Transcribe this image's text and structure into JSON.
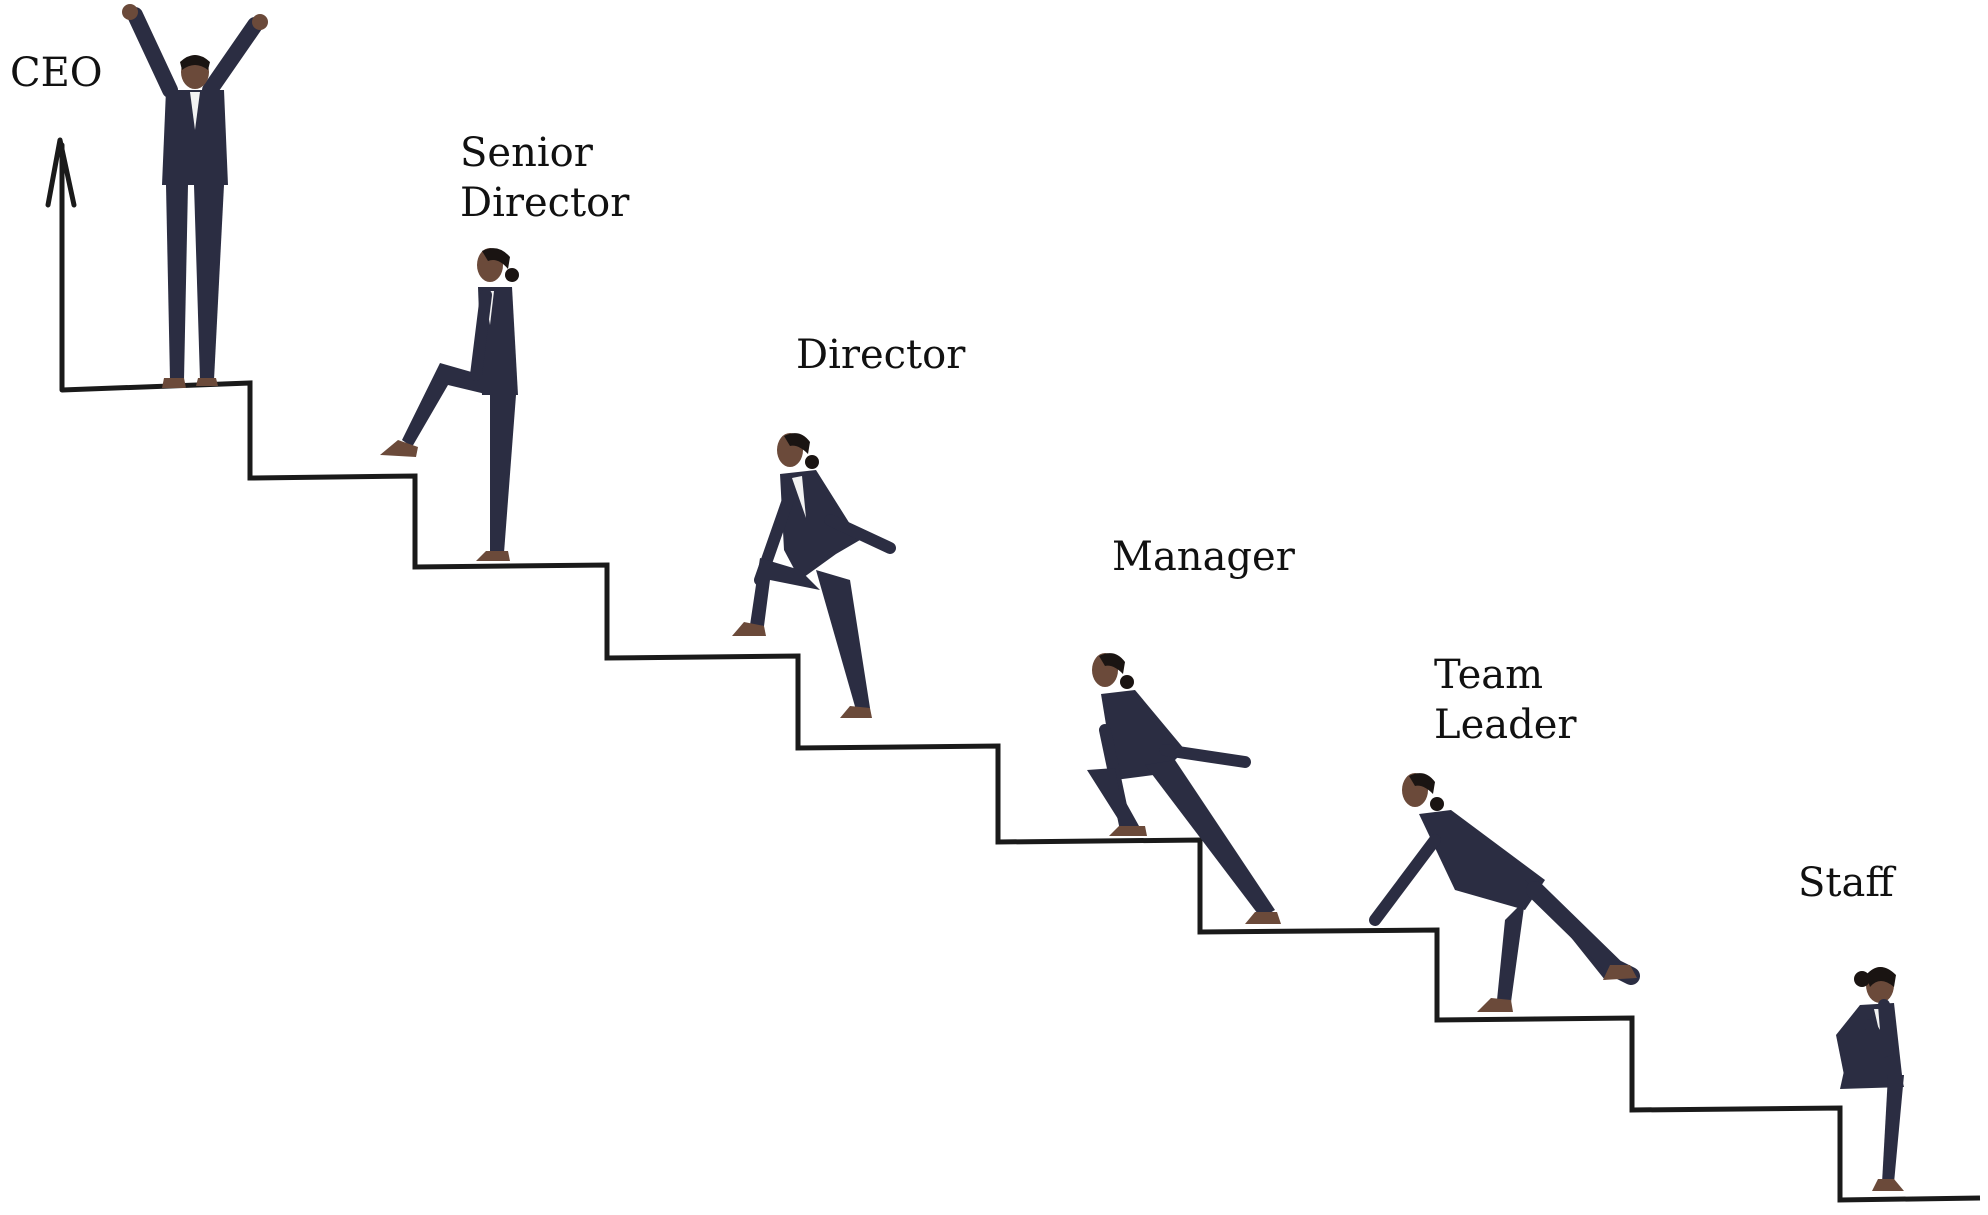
{
  "diagram": {
    "levels": [
      {
        "id": "ceo",
        "label": "CEO",
        "pose": "victory"
      },
      {
        "id": "senior-director",
        "label": "Senior\nDirector",
        "pose": "stepping-up"
      },
      {
        "id": "director",
        "label": "Director",
        "pose": "climbing"
      },
      {
        "id": "manager",
        "label": "Manager",
        "pose": "crouch-climb"
      },
      {
        "id": "team-leader",
        "label": "Team\nLeader",
        "pose": "starting-crouch"
      },
      {
        "id": "staff",
        "label": "Staff",
        "pose": "sitting-thinking"
      }
    ],
    "colors": {
      "stair_line": "#1a1a1a",
      "suit": "#2b2d42",
      "skin": "#6b4a3a",
      "hair": "#1a1412",
      "shirt": "#f2f2f2",
      "text": "#111111",
      "background": "#ffffff"
    },
    "arrow": "up-arrow"
  }
}
